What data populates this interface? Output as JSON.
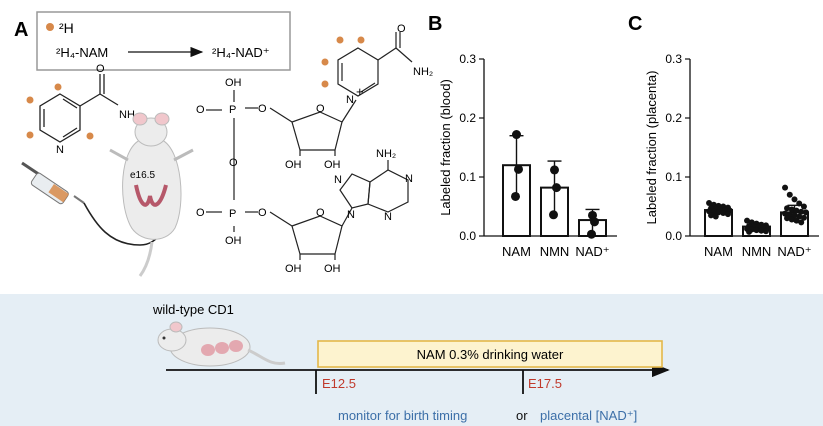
{
  "panel_a": {
    "letter": "A",
    "legend_isotope": "²H",
    "legend_reaction_from": "²H₄-NAM",
    "legend_reaction_to": "²H₄-NAD⁺",
    "mouse_label": "e16.5",
    "nam_group": "NH₂",
    "nad_group": "NH₂",
    "adenine_group": "NH₂",
    "ring_N": "N",
    "plus_sign": "+",
    "atom_O": "O",
    "atom_P": "P",
    "atom_OH": "OH",
    "dot_color": "#d7894a"
  },
  "panel_b": {
    "letter": "B"
  },
  "panel_c": {
    "letter": "C"
  },
  "chart_data": [
    {
      "type": "bar",
      "ylabel": "Labeled fraction (blood)",
      "ylim": [
        0,
        0.3
      ],
      "yticks": [
        "0.0",
        "0.1",
        "0.2",
        "0.3"
      ],
      "categories": [
        "NAM",
        "NMN",
        "NAD⁺"
      ],
      "values": [
        0.12,
        0.082,
        0.027
      ],
      "error": [
        0.05,
        0.045,
        0.018
      ],
      "points": [
        [
          0.172,
          0.113,
          0.067
        ],
        [
          0.112,
          0.082,
          0.036
        ],
        [
          0.035,
          0.024,
          0.003
        ]
      ]
    },
    {
      "type": "bar",
      "ylabel": "Labeled fraction (placenta)",
      "ylim": [
        0,
        0.3
      ],
      "yticks": [
        "0.0",
        "0.1",
        "0.2",
        "0.3"
      ],
      "categories": [
        "NAM",
        "NMN",
        "NAD⁺"
      ],
      "values": [
        0.044,
        0.016,
        0.04
      ],
      "error": [
        0.008,
        0.006,
        0.012
      ],
      "points": [
        [
          0.056,
          0.053,
          0.051,
          0.05,
          0.048,
          0.047,
          0.046,
          0.045,
          0.044,
          0.043,
          0.042,
          0.041,
          0.04,
          0.039,
          0.037,
          0.035,
          0.033
        ],
        [
          0.026,
          0.023,
          0.021,
          0.019,
          0.018,
          0.017,
          0.016,
          0.015,
          0.014,
          0.013,
          0.012,
          0.011,
          0.01,
          0.009,
          0.008,
          0.007
        ],
        [
          0.082,
          0.07,
          0.062,
          0.055,
          0.05,
          0.047,
          0.045,
          0.043,
          0.041,
          0.04,
          0.038,
          0.036,
          0.035,
          0.033,
          0.031,
          0.03,
          0.028,
          0.026,
          0.023
        ]
      ]
    }
  ],
  "timeline": {
    "mouse_strain": "wild-type CD1",
    "treatment": "NAM 0.3% drinking water",
    "start_label": "E12.5",
    "end_label": "E17.5",
    "outcome_1": "monitor for birth timing",
    "connector": "or",
    "outcome_2": "placental [NAD⁺]",
    "label_color": "#c0392b",
    "outcome_color": "#3c6fa8",
    "box_fill": "#fdf3cf",
    "box_stroke": "#e4b84a"
  }
}
